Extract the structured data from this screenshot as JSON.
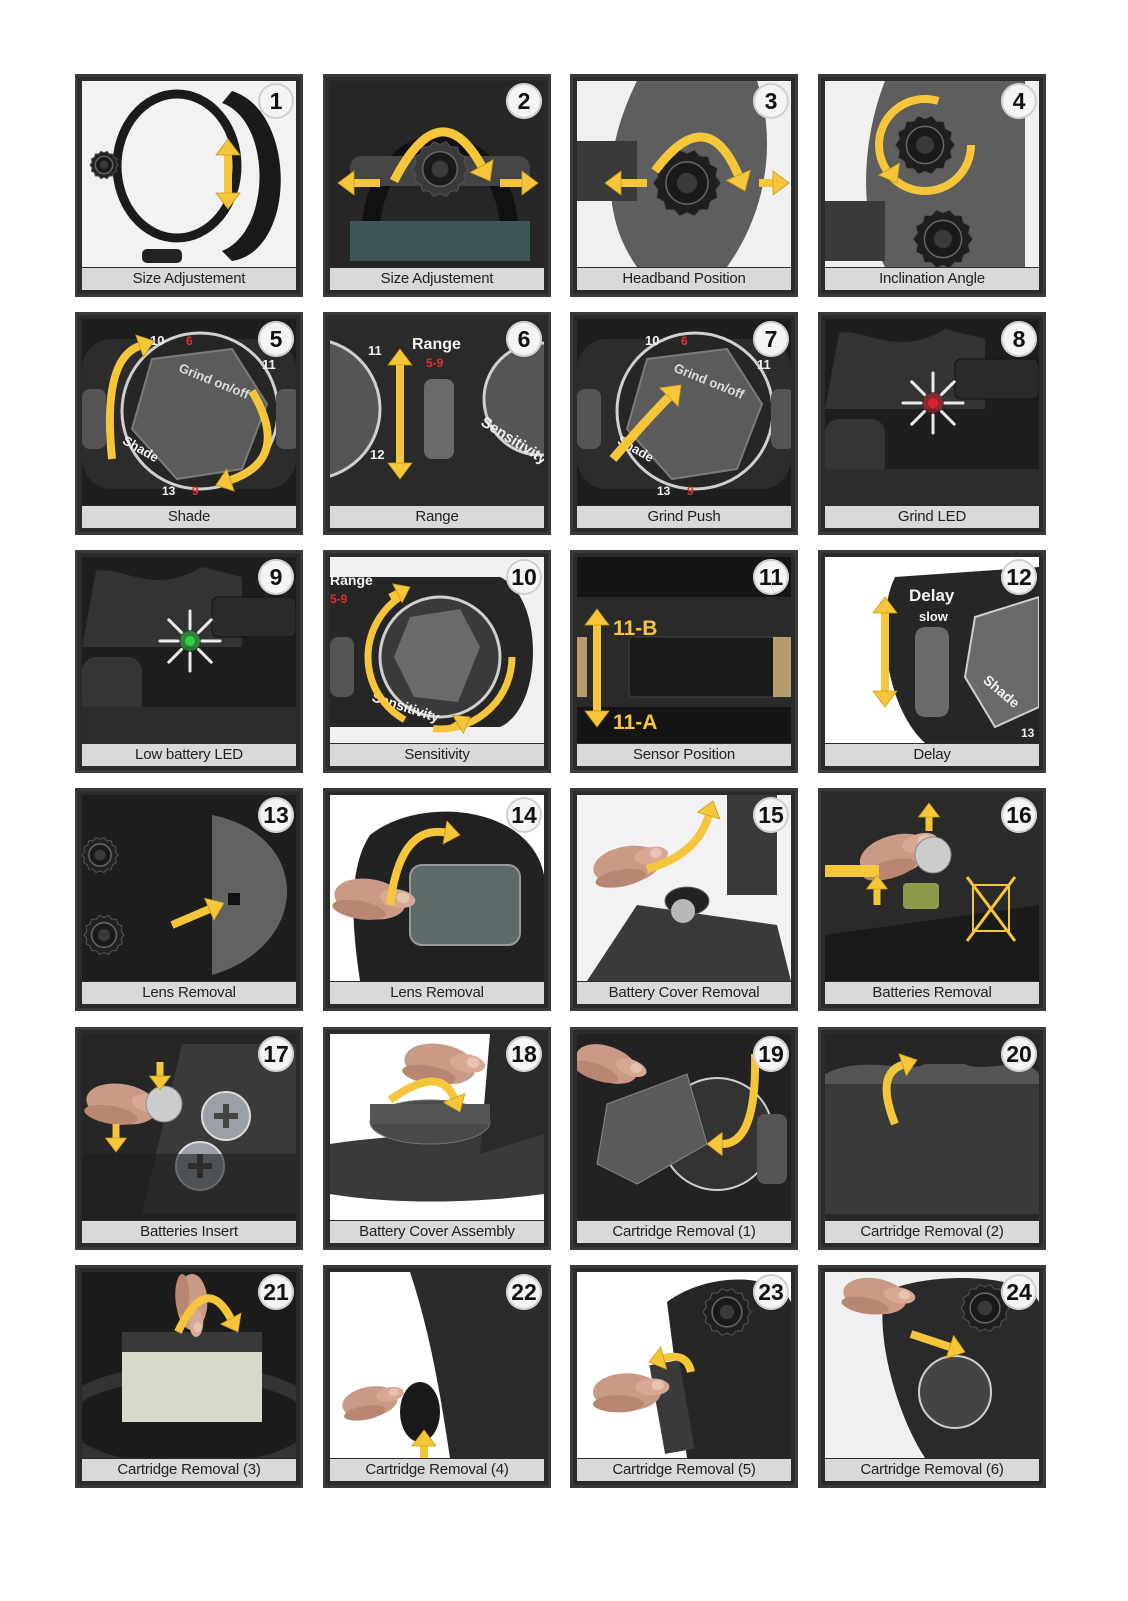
{
  "steps": [
    {
      "number": "1",
      "caption": "Size Adjustement",
      "scene": "helmet-side",
      "bg": "#f2f2f2",
      "arrows": [
        "vertical"
      ]
    },
    {
      "number": "2",
      "caption": "Size Adjustement",
      "scene": "ratchet-knob",
      "bg": "#262626",
      "arrows": [
        "curve-top",
        "left",
        "right"
      ]
    },
    {
      "number": "3",
      "caption": "Headband Position",
      "scene": "headband-pivot",
      "bg": "#f0f0f0",
      "arrows": [
        "curve-top",
        "left",
        "right"
      ]
    },
    {
      "number": "4",
      "caption": "Inclination Angle",
      "scene": "inclination-knob",
      "bg": "#f0f0f0",
      "arrows": [
        "circle"
      ]
    },
    {
      "number": "5",
      "caption": "Shade",
      "scene": "dial",
      "bg": "#1e1e1e",
      "arrows": [
        "dial-curves"
      ],
      "labels": {
        "top": "10",
        "top2": "6",
        "right": "11",
        "grind": "Grind on/off",
        "shade": "Shade",
        "n13": "13",
        "n9": "9"
      }
    },
    {
      "number": "6",
      "caption": "Range",
      "scene": "range-switch",
      "bg": "#1e1e1e",
      "arrows": [
        "vertical"
      ],
      "labels": {
        "range": "Range",
        "range_values": "5-9",
        "sensitivity": "Sensitivity",
        "n11": "11",
        "n12": "12"
      }
    },
    {
      "number": "7",
      "caption": "Grind Push",
      "scene": "dial",
      "bg": "#1e1e1e",
      "arrows": [
        "diagonal"
      ],
      "labels": {
        "top": "10",
        "top2": "6",
        "right": "11",
        "grind": "Grind on/off",
        "shade": "Shade",
        "n13": "13",
        "n9": "9"
      }
    },
    {
      "number": "8",
      "caption": "Grind LED",
      "scene": "led",
      "bg": "#202020",
      "led": "#e02030"
    },
    {
      "number": "9",
      "caption": "Low battery LED",
      "scene": "led",
      "bg": "#202020",
      "led": "#30d040"
    },
    {
      "number": "10",
      "caption": "Sensitivity",
      "scene": "sensitivity-knob",
      "bg": "#f0f0f0",
      "arrows": [
        "circle"
      ],
      "labels": {
        "range": "Range",
        "range_values": "5-9",
        "sensitivity": "Sensitivity"
      }
    },
    {
      "number": "11",
      "caption": "Sensor Position",
      "scene": "sensor",
      "bg": "#222222",
      "arrows": [
        "vertical"
      ],
      "labels": {
        "upper": "11-B",
        "lower": "11-A"
      }
    },
    {
      "number": "12",
      "caption": "Delay",
      "scene": "delay",
      "bg": "#ffffff",
      "arrows": [
        "vertical"
      ],
      "labels": {
        "delay": "Delay",
        "slow": "slow",
        "shade": "Shade",
        "n13": "13"
      }
    },
    {
      "number": "13",
      "caption": "Lens Removal",
      "scene": "lens-inside",
      "bg": "#1a1a1a",
      "arrows": [
        "diagonal"
      ]
    },
    {
      "number": "14",
      "caption": "Lens Removal",
      "scene": "lens-front",
      "bg": "#ffffff",
      "arrows": [
        "curve-top"
      ]
    },
    {
      "number": "15",
      "caption": "Battery Cover Removal",
      "scene": "battery-cover",
      "bg": "#f2f2f2",
      "arrows": [
        "curve-up"
      ]
    },
    {
      "number": "16",
      "caption": "Batteries Removal",
      "scene": "battery-remove",
      "bg": "#2a2a2a",
      "arrows": [
        "up",
        "up"
      ]
    },
    {
      "number": "17",
      "caption": "Batteries Insert",
      "scene": "battery-insert",
      "bg": "#2a2a2a",
      "arrows": [
        "down",
        "down"
      ]
    },
    {
      "number": "18",
      "caption": "Battery Cover Assembly",
      "scene": "cover-assembly",
      "bg": "#ffffff",
      "arrows": [
        "curve-top"
      ]
    },
    {
      "number": "19",
      "caption": "Cartridge Removal (1)",
      "scene": "cartridge-knob",
      "bg": "#2a2a2a",
      "arrows": [
        "curve-down"
      ]
    },
    {
      "number": "20",
      "caption": "Cartridge Removal (2)",
      "scene": "cartridge-top",
      "bg": "#2a2a2a",
      "arrows": [
        "curve-flip"
      ]
    },
    {
      "number": "21",
      "caption": "Cartridge Removal (3)",
      "scene": "cartridge-lift",
      "bg": "#202020",
      "arrows": [
        "arc"
      ]
    },
    {
      "number": "22",
      "caption": "Cartridge Removal (4)",
      "scene": "cartridge-bottom",
      "bg": "#ffffff",
      "arrows": [
        "up"
      ]
    },
    {
      "number": "23",
      "caption": "Cartridge Removal (5)",
      "scene": "cartridge-side",
      "bg": "#ffffff",
      "arrows": [
        "curve-left"
      ]
    },
    {
      "number": "24",
      "caption": "Cartridge Removal (6)",
      "scene": "cartridge-slide",
      "bg": "#f0f0f0",
      "arrows": [
        "diagonal"
      ]
    }
  ],
  "colors": {
    "arrow": "#f6c63a",
    "arrow_edge": "#c99a12",
    "tile_border": "#3a3a3a",
    "caption_bg": "#d9d9d9"
  }
}
